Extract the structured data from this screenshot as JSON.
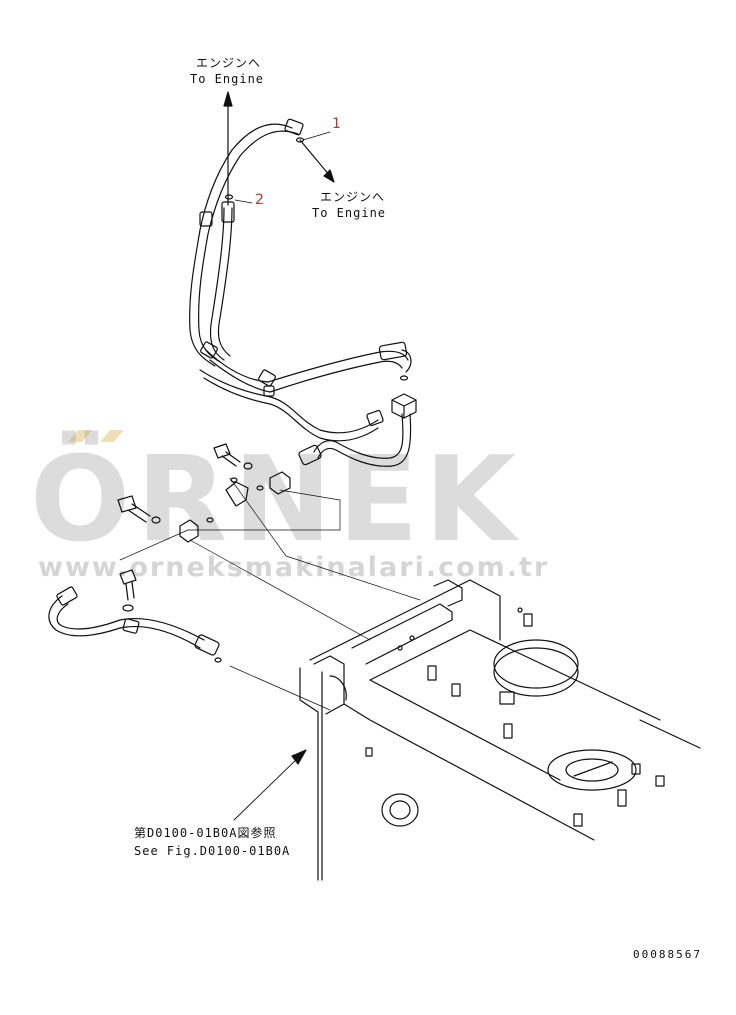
{
  "labels": {
    "top_jp": "エンジンへ",
    "top_en": "To Engine",
    "mid_jp": "エンジンへ",
    "mid_en": "To Engine",
    "ref_jp": "第D0100-01B0A図参照",
    "ref_en": "See Fig.D0100-01B0A"
  },
  "callouts": {
    "c1": "1",
    "c2": "2"
  },
  "watermark": {
    "brand": "ÖRNEK",
    "url": "www.orneksmakinalari.com.tr"
  },
  "document_id": "00088567",
  "colors": {
    "line": "#111111",
    "callout": "#c03030",
    "watermark": "#999999",
    "watermark_accent": "#e8d9a8"
  }
}
